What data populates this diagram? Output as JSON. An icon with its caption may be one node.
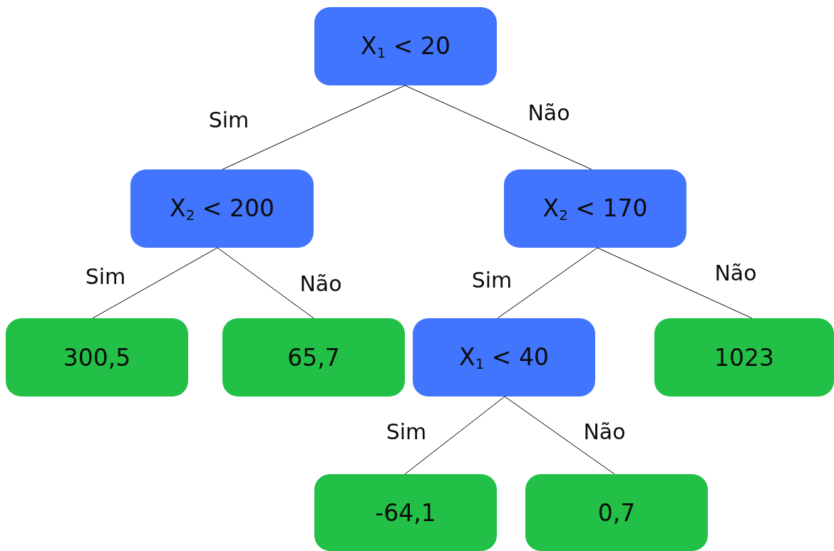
{
  "diagram": {
    "nodes": [
      {
        "text": [
          "X$_{1}$ < 20"
        ]
      },
      {
        "text": [
          "X$_{2}$ < 200"
        ]
      },
      {
        "text": [
          "X$_{2}$ < 170"
        ]
      },
      {
        "text": [
          "300,5"
        ]
      },
      {
        "text": [
          "65,7"
        ]
      },
      {
        "text": [
          "X$_{1}$ < 40"
        ]
      },
      {
        "text": [
          "1023"
        ]
      },
      {
        "text": [
          "-64,1"
        ]
      },
      {
        "text": [
          "0,7"
        ]
      }
    ],
    "edges": [
      {
        "from": 0,
        "to": 1,
        "arrow": "none",
        "label": "Sim"
      },
      {
        "from": 0,
        "to": 2,
        "arrow": "none",
        "label": "Não"
      },
      {
        "from": 1,
        "to": 3,
        "arrow": "none",
        "label": "Sim"
      },
      {
        "from": 1,
        "to": 4,
        "arrow": "none",
        "label": "Não"
      },
      {
        "from": 2,
        "to": 5,
        "arrow": "none",
        "label": "Sim"
      },
      {
        "from": 2,
        "to": 6,
        "arrow": "none",
        "label": "Não"
      },
      {
        "from": 5,
        "to": 7,
        "arrow": "none",
        "label": "Sim"
      },
      {
        "from": 5,
        "to": 8,
        "arrow": "none",
        "label": "Não"
      }
    ]
  }
}
